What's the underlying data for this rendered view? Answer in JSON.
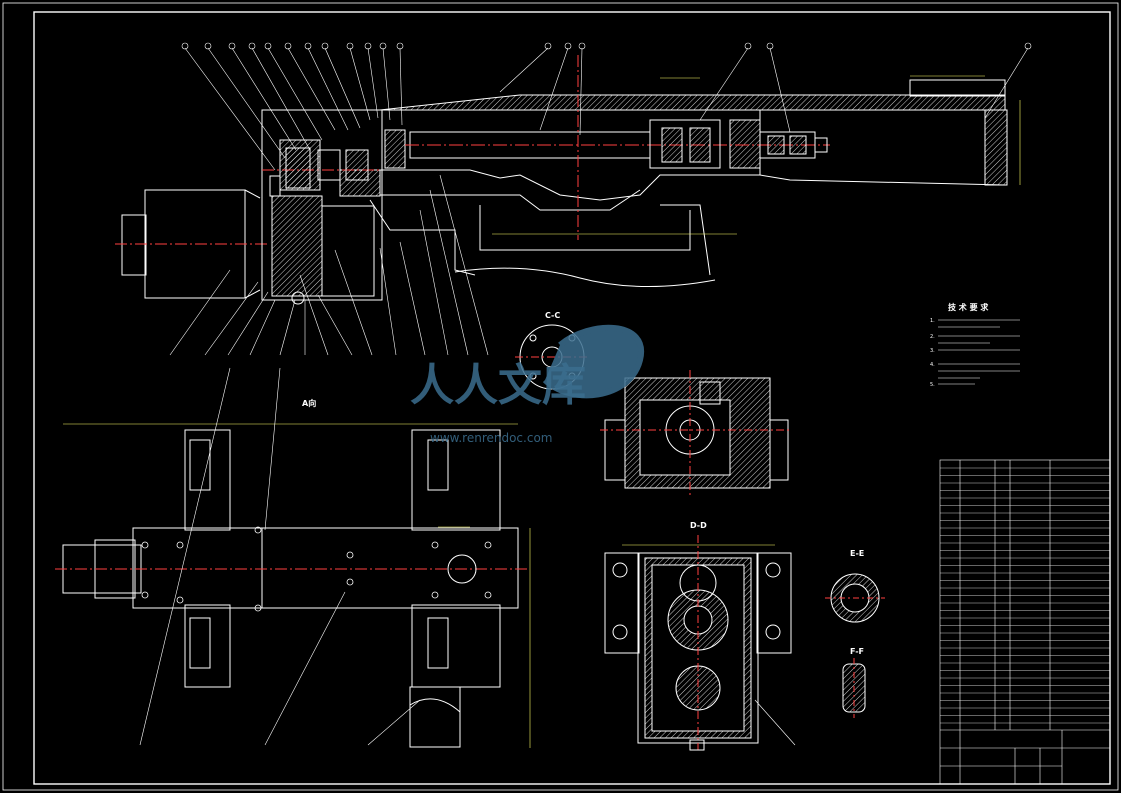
{
  "drawing": {
    "tech_req_title": "技 术 要 求",
    "tech_req_items": [
      "1.",
      "2.",
      "3.",
      "4.",
      "5."
    ],
    "views": {
      "section_c": "C-C",
      "view_a": "A向",
      "section_d": "D-D",
      "section_e": "E-E",
      "section_f": "F-F"
    },
    "watermark": {
      "text": "人人文库",
      "url": "www.renrendoc.com"
    }
  },
  "colors": {
    "background": "#000000",
    "line": "#ffffff",
    "hatch": "#ffffff",
    "centerline": "#ff4040",
    "dim": "#ffff66",
    "watermark": "#3b6e8f"
  }
}
